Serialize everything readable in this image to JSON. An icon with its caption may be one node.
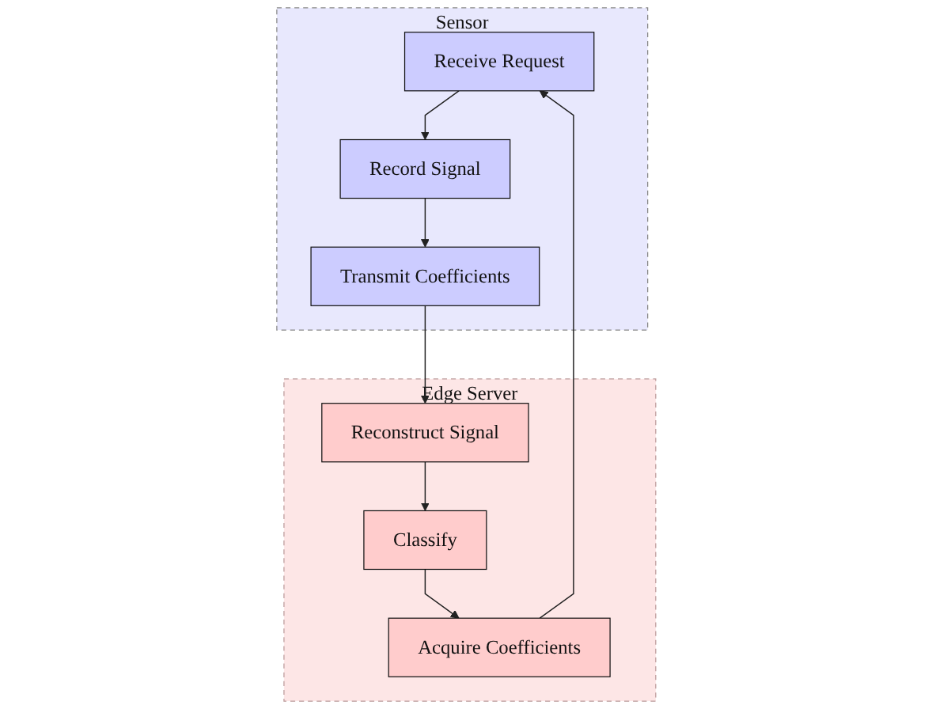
{
  "diagram": {
    "nodes": [
      {
        "text": [
          "Sensor"
        ]
      },
      {
        "text": [
          "Receive Request"
        ],
        "in": 0
      },
      {
        "text": [
          "Record Signal"
        ],
        "in": 0
      },
      {
        "text": [
          "Transmit Coefficients"
        ],
        "in": 0
      },
      {
        "text": [
          "Edge Server"
        ]
      },
      {
        "text": [
          "Acquire Coefficients"
        ],
        "in": 4
      },
      {
        "text": [
          "Classify"
        ],
        "in": 4
      },
      {
        "text": [
          "Reconstruct Signal"
        ],
        "in": 4
      }
    ],
    "edges": [
      {
        "from": 1,
        "to": 2,
        "arrow": "to"
      },
      {
        "from": 2,
        "to": 3,
        "arrow": "to"
      },
      {
        "from": 3,
        "to": 7,
        "arrow": "to"
      },
      {
        "from": 7,
        "to": 6,
        "arrow": "to"
      },
      {
        "from": 6,
        "to": 5,
        "arrow": "to"
      },
      {
        "from": 5,
        "to": 1,
        "arrow": "to"
      }
    ]
  }
}
